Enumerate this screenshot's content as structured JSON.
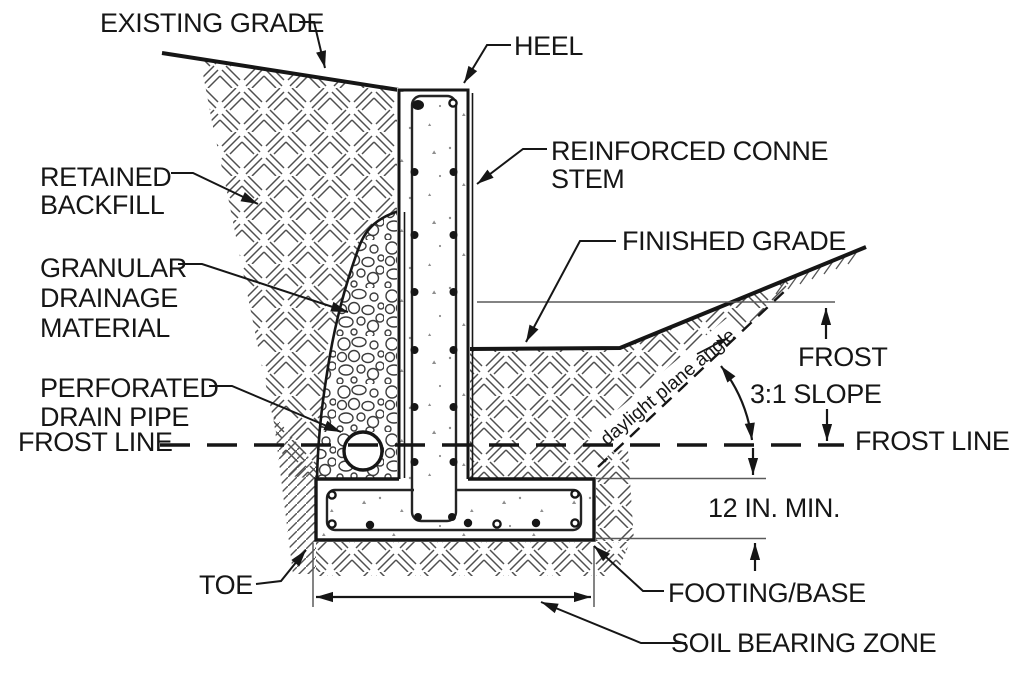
{
  "diagram": {
    "title": "Retaining wall frost protection cross-section",
    "labels": {
      "existing_grade": "EXISTING GRADE",
      "heel": "HEEL",
      "retained_backfill": {
        "line1": "RETAINED",
        "line2": "BACKFILL"
      },
      "reinforced_stem": {
        "line1": "REINFORCED CONNE",
        "line2": "STEM"
      },
      "granular": {
        "line1": "GRANULAR",
        "line2": "DRAINAGE",
        "line3": "MATERIAL"
      },
      "finished_grade": "FINISHED GRADE",
      "perforated": {
        "line1": "PERFORATED",
        "line2": "DRAIN PIPE"
      },
      "frost_line_left": "FROST LINE",
      "frost_line_right": "FROST LINE",
      "frost_depth": {
        "line1": "FROST",
        "line2": "3:1 SLOPE"
      },
      "daylight_angle": "daylight plane angle",
      "footing_depth": "12 IN. MIN.",
      "toe": "TOE",
      "footing_base": "FOOTING/BASE",
      "soil_bearing_zone": "SOIL BEARING ZONE"
    },
    "colors": {
      "line": "#161616",
      "hatch": "#4f4f4f",
      "cobble": "#3c3c3c",
      "thin": "#5a5a5a",
      "background": "#ffffff"
    }
  }
}
